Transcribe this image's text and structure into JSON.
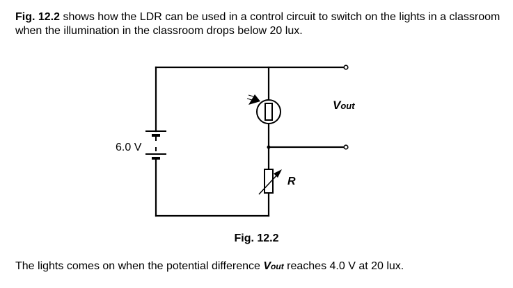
{
  "intro": {
    "fig_ref": "Fig. 12.2",
    "text": " shows how the LDR can be used in a control circuit to switch on the lights in a classroom when the illumination in the classroom drops below 20 lux."
  },
  "diagram": {
    "battery_label": "6.0 V",
    "resistor_label": "R",
    "output_label_main": "V",
    "output_label_sub": "out",
    "components": [
      "battery-6V",
      "LDR",
      "variable-resistor-R",
      "output-terminals-Vout"
    ]
  },
  "caption": "Fig. 12.2",
  "closing": {
    "before": "The lights comes on when the potential difference ",
    "v_main": "V",
    "v_sub": "out",
    "after": " reaches 4.0 V at 20 lux."
  }
}
